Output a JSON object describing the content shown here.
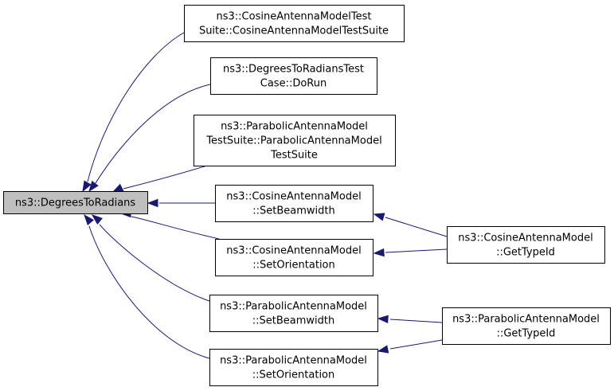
{
  "nodes": [
    {
      "id": "n0",
      "lines": [
        "ns3::DegreesToRadians"
      ]
    },
    {
      "id": "n1",
      "lines": [
        "ns3::CosineAntennaModelTest",
        "Suite::CosineAntennaModelTestSuite"
      ]
    },
    {
      "id": "n2",
      "lines": [
        "ns3::DegreesToRadiansTest",
        "Case::DoRun"
      ]
    },
    {
      "id": "n3",
      "lines": [
        "ns3::ParabolicAntennaModel",
        "TestSuite::ParabolicAntennaModel",
        "TestSuite"
      ]
    },
    {
      "id": "n4",
      "lines": [
        "ns3::CosineAntennaModel",
        "::SetBeamwidth"
      ]
    },
    {
      "id": "n5",
      "lines": [
        "ns3::CosineAntennaModel",
        "::SetOrientation"
      ]
    },
    {
      "id": "n6",
      "lines": [
        "ns3::ParabolicAntennaModel",
        "::SetBeamwidth"
      ]
    },
    {
      "id": "n7",
      "lines": [
        "ns3::ParabolicAntennaModel",
        "::SetOrientation"
      ]
    },
    {
      "id": "n8",
      "lines": [
        "ns3::CosineAntennaModel",
        "::GetTypeId"
      ]
    },
    {
      "id": "n9",
      "lines": [
        "ns3::ParabolicAntennaModel",
        "::GetTypeId"
      ]
    }
  ],
  "edges": [
    {
      "from": "n1",
      "to": "n0"
    },
    {
      "from": "n2",
      "to": "n0"
    },
    {
      "from": "n3",
      "to": "n0"
    },
    {
      "from": "n4",
      "to": "n0"
    },
    {
      "from": "n5",
      "to": "n0"
    },
    {
      "from": "n6",
      "to": "n0"
    },
    {
      "from": "n7",
      "to": "n0"
    },
    {
      "from": "n8",
      "to": "n4"
    },
    {
      "from": "n8",
      "to": "n5"
    },
    {
      "from": "n9",
      "to": "n6"
    },
    {
      "from": "n9",
      "to": "n7"
    }
  ],
  "colors": {
    "edge": "#191970",
    "root_fill": "#bfbfbf",
    "node_fill": "#ffffff",
    "border": "#000000"
  }
}
